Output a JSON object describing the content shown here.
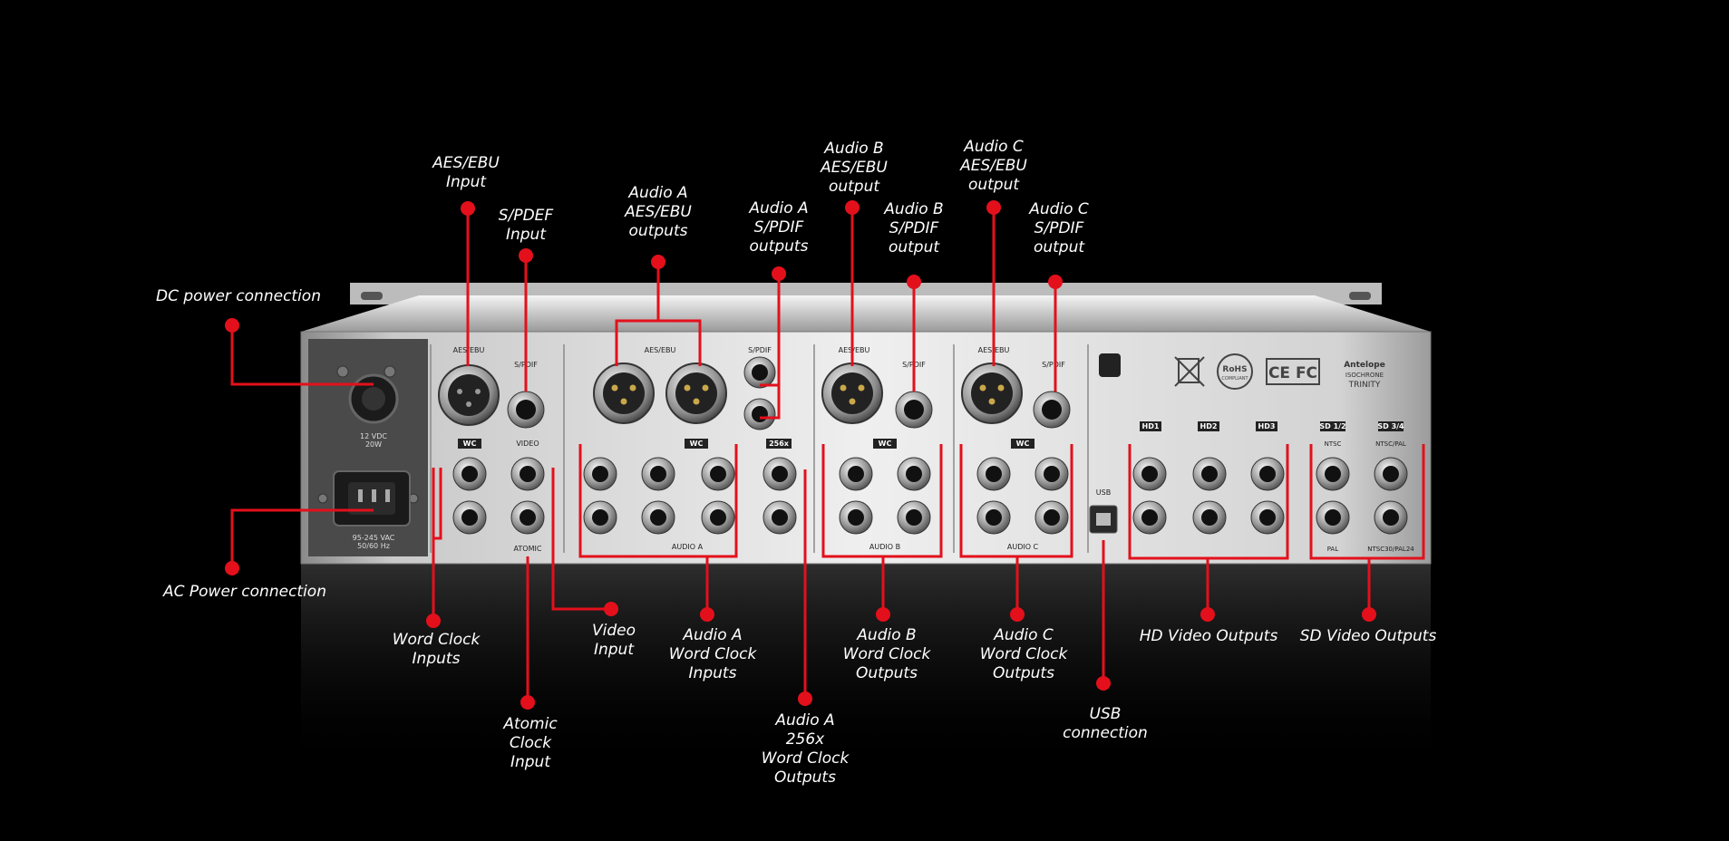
{
  "callouts": {
    "aes_ebu_input": [
      "AES/EBU",
      "Input"
    ],
    "spdef_input": [
      "S/PDEF",
      "Input"
    ],
    "audio_a_aes_outputs": [
      "Audio A",
      "AES/EBU",
      "outputs"
    ],
    "audio_a_spdif_outputs": [
      "Audio A",
      "S/PDIF",
      "outputs"
    ],
    "audio_b_aes_output": [
      "Audio B",
      "AES/EBU",
      "output"
    ],
    "audio_b_spdif_output": [
      "Audio B",
      "S/PDIF",
      "output"
    ],
    "audio_c_aes_output": [
      "Audio C",
      "AES/EBU",
      "output"
    ],
    "audio_c_spdif_output": [
      "Audio C",
      "S/PDIF",
      "output"
    ],
    "dc_power": [
      "DC power connection"
    ],
    "ac_power": [
      "AC Power connection"
    ],
    "word_clock_inputs": [
      "Word Clock",
      "Inputs"
    ],
    "atomic_clock_input": [
      "Atomic",
      "Clock",
      "Input"
    ],
    "video_input": [
      "Video",
      "Input"
    ],
    "audio_a_wc_inputs": [
      "Audio A",
      "Word Clock",
      "Inputs"
    ],
    "audio_a_256x": [
      "Audio A",
      "256x",
      "Word Clock",
      "Outputs"
    ],
    "audio_b_wc_outputs": [
      "Audio B",
      "Word Clock",
      "Outputs"
    ],
    "audio_c_wc_outputs": [
      "Audio C",
      "Word Clock",
      "Outputs"
    ],
    "usb_connection": [
      "USB",
      "connection"
    ],
    "hd_video_outputs": [
      "HD Video Outputs"
    ],
    "sd_video_outputs": [
      "SD Video Outputs"
    ]
  },
  "panel": {
    "aes_ebu": "AES/EBU",
    "spdif": "S/PDIF",
    "wc": "WC",
    "video": "VIDEO",
    "atomic": "ATOMIC",
    "x256": "256x",
    "audio_a": "AUDIO A",
    "audio_b": "AUDIO B",
    "audio_c": "AUDIO C",
    "usb": "USB",
    "dc_rating": [
      "12 VDC",
      "20W"
    ],
    "ac_rating": [
      "95-245 VAC",
      "50/60 Hz"
    ],
    "hd1": "HD1",
    "hd2": "HD2",
    "hd3": "HD3",
    "sd12": "SD 1/2",
    "sd34": "SD 3/4",
    "ntsc": "NTSC",
    "ntsc_pal": "NTSC/PAL",
    "pal": "PAL",
    "ntsc30": "NTSC30/PAL24",
    "brand": [
      "Antelope",
      "ISOCHRONE",
      "TRINITY"
    ],
    "rohs": [
      "RoHS",
      "COMPLIANT"
    ],
    "ce_fc": "CE FC"
  },
  "colors": {
    "accent": "#e3101b",
    "background": "#000000",
    "panel": "#d9d9d9"
  }
}
